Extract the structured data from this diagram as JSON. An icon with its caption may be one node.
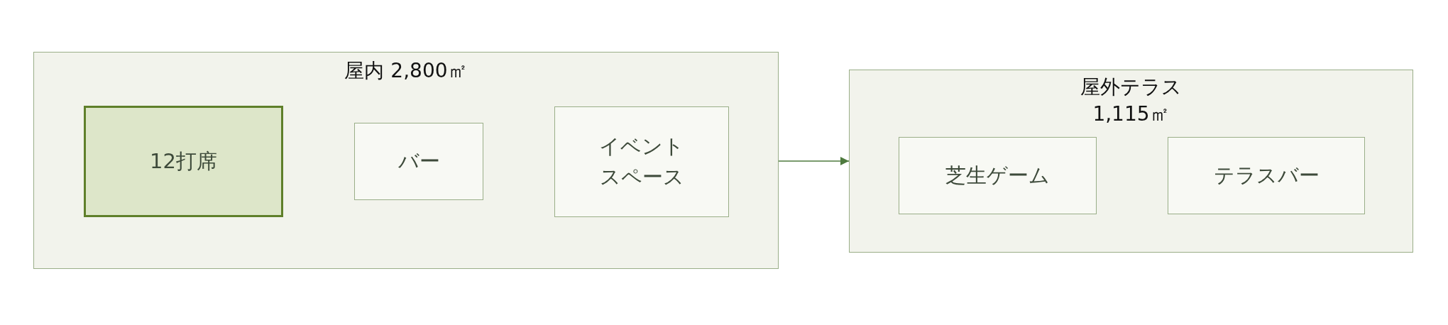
{
  "diagram": {
    "nodes": [
      {
        "text": [
          "屋内 2,800㎡"
        ]
      },
      {
        "text": [
          "12打席"
        ],
        "in": 0
      },
      {
        "text": [
          "バー"
        ],
        "in": 0
      },
      {
        "text": [
          "イベントスペース"
        ],
        "in": 0
      },
      {
        "text": [
          "屋外テラス 1,115㎡"
        ]
      },
      {
        "text": [
          "芝生ゲーム"
        ],
        "in": 4
      },
      {
        "text": [
          "テラスバー"
        ],
        "in": 4
      }
    ],
    "edges": [
      {
        "from": 0,
        "to": 4,
        "arrow": "to"
      }
    ]
  }
}
